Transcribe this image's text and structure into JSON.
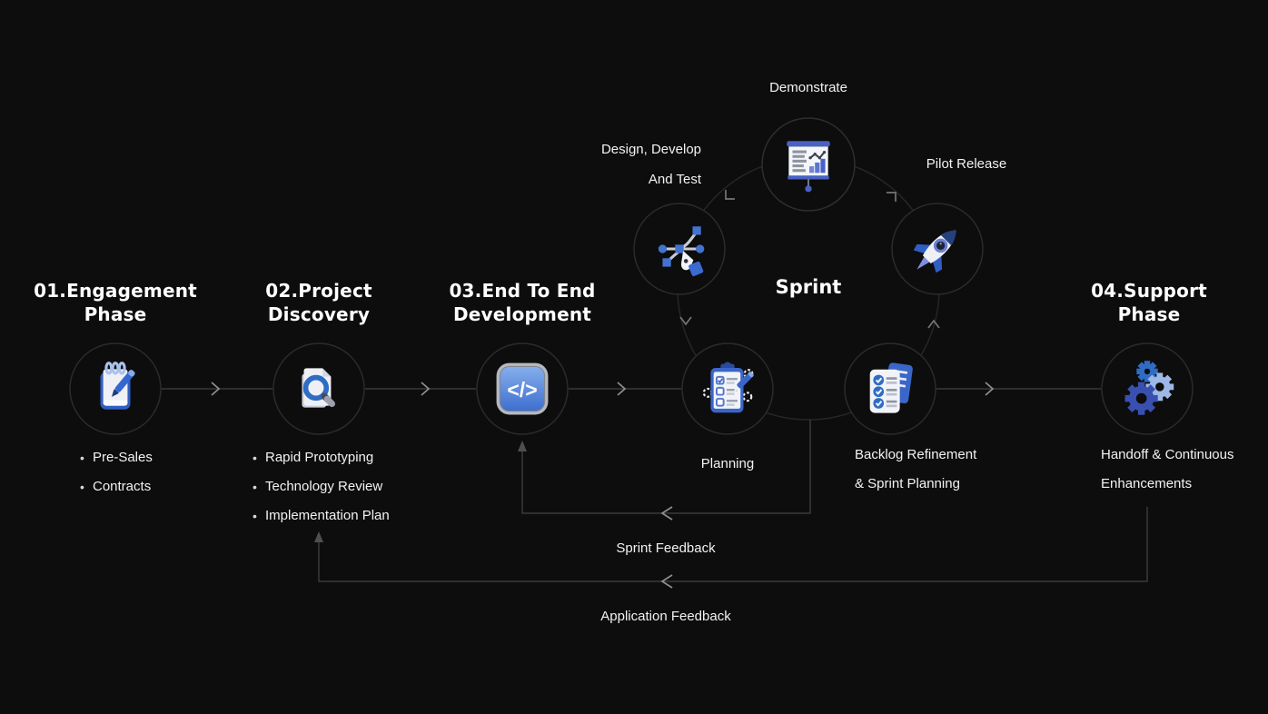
{
  "colors": {
    "background": "#0d0d0d",
    "line_gray": "#3a3a3a",
    "circle_outline": "#2b2b2b",
    "arrow_gray": "#8f8f8f",
    "accent_blue": "#3f6fd0",
    "light_blue": "#9db8e6",
    "text": "#f2f2f2"
  },
  "phases": [
    {
      "title_lines": [
        "01.Engagement",
        "Phase"
      ],
      "icon": "notepad-pencil-icon",
      "bullets": [
        "Pre-Sales",
        "Contracts"
      ]
    },
    {
      "title_lines": [
        "02.Project",
        "Discovery"
      ],
      "icon": "document-search-icon",
      "bullets": [
        "Rapid Prototyping",
        "Technology Review",
        "Implementation Plan"
      ]
    },
    {
      "title_lines": [
        "03.End To End",
        "Development"
      ],
      "icon": "code-icon",
      "bullets": []
    },
    {
      "title_lines": [
        "04.Support",
        "Phase"
      ],
      "icon": "gears-icon",
      "caption_lines": [
        "Handoff & Continuous",
        "Enhancements"
      ]
    }
  ],
  "sprint": {
    "label": "Sprint",
    "nodes": [
      {
        "label_lines": [
          "Demonstrate"
        ],
        "icon": "presentation-chart-icon"
      },
      {
        "label_lines": [
          "Design, Develop",
          "And Test"
        ],
        "icon": "pen-tool-icon"
      },
      {
        "label_lines": [
          "Pilot Release"
        ],
        "icon": "rocket-icon"
      },
      {
        "label_lines": [
          "Planning"
        ],
        "icon": "clipboard-checklist-icon"
      },
      {
        "label_lines": [
          "Backlog Refinement",
          "& Sprint Planning"
        ],
        "icon": "task-list-icon"
      }
    ]
  },
  "feedback": {
    "sprint_label": "Sprint Feedback",
    "application_label": "Application Feedback"
  },
  "icons": {
    "code_glyph": "</>"
  }
}
